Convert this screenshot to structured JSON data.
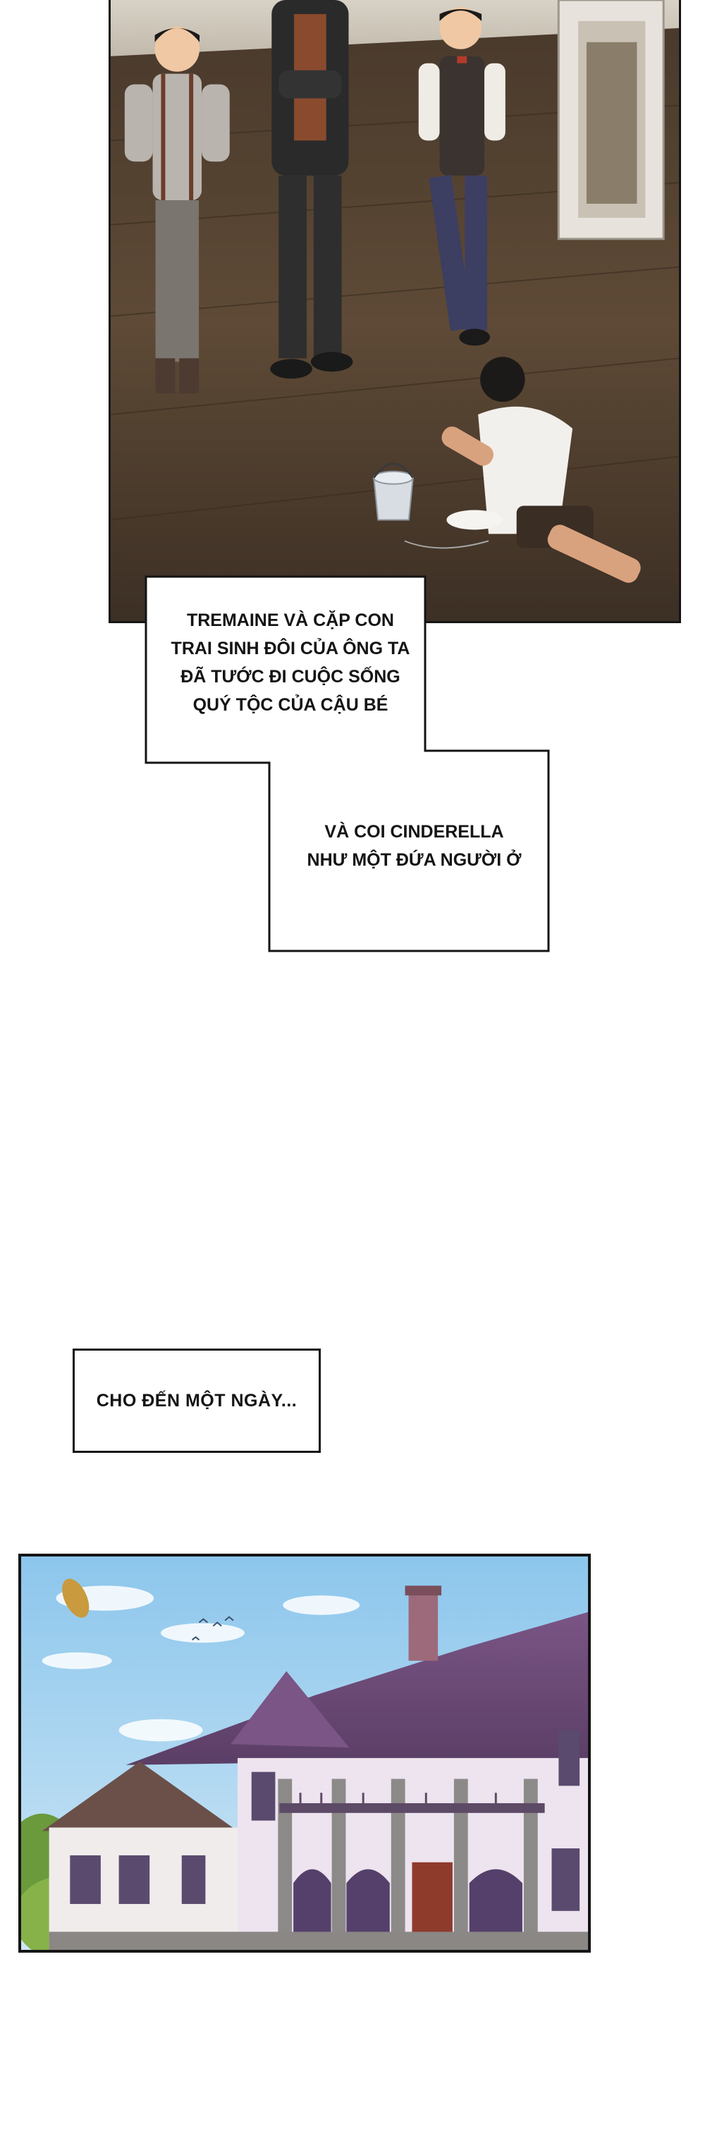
{
  "captions": {
    "first": [
      "TREMAINE VÀ CẶP CON",
      "TRAI SINH ĐÔI CỦA ÔNG TA",
      "ĐÃ TƯỚC ĐI CUỘC SỐNG",
      "QUÝ TỘC CỦA CẬU BÉ"
    ],
    "second": [
      "VÀ COI CINDERELLA",
      "NHƯ MỘT ĐỨA NGƯỜI Ở"
    ],
    "third": "CHO ĐẾN MỘT NGÀY..."
  },
  "colors": {
    "floor": "#5b4632",
    "sky": "#9fd0ef",
    "roof": "#6b4a78",
    "wall": "#eee6f0",
    "stone": "#8c8a88"
  }
}
